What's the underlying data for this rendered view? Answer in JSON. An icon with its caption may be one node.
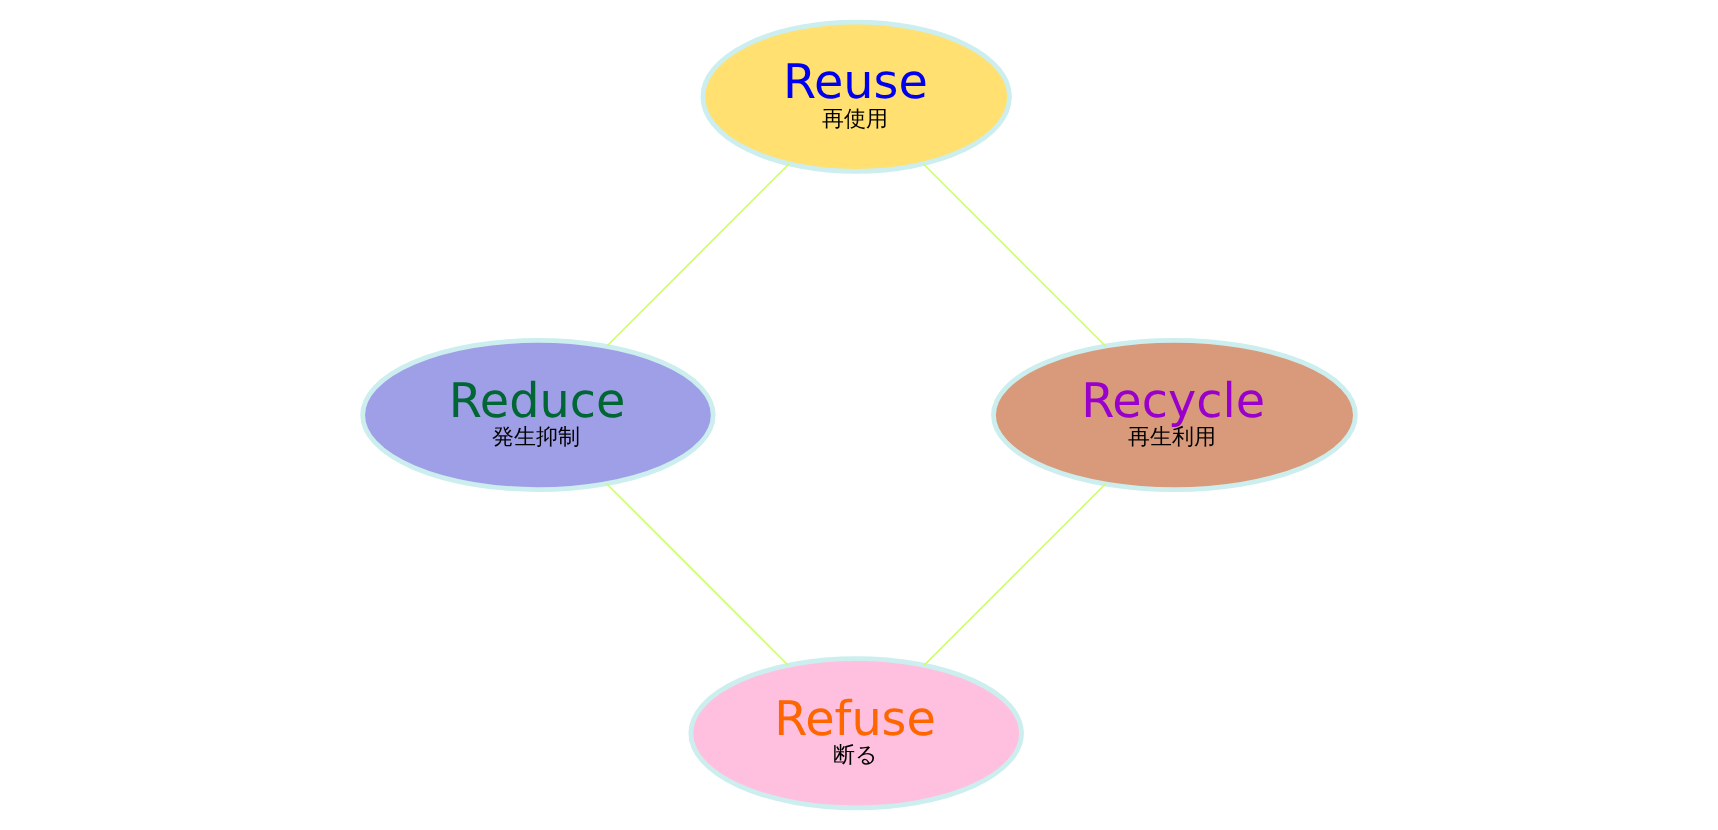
{
  "diagram": {
    "nodes": [
      {
        "text": [
          "Refuse",
          "断る"
        ]
      },
      {
        "text": [
          "Reduce",
          "発生抑制"
        ]
      },
      {
        "text": [
          "Reuse",
          "再使用"
        ]
      },
      {
        "text": [
          "Recycle",
          "再生利用"
        ]
      }
    ],
    "edges": [
      {
        "from": 0,
        "to": 1,
        "arrow": "none"
      },
      {
        "from": 1,
        "to": 2,
        "arrow": "none"
      },
      {
        "from": 2,
        "to": 3,
        "arrow": "none"
      },
      {
        "from": 3,
        "to": 0,
        "arrow": "none"
      }
    ]
  }
}
